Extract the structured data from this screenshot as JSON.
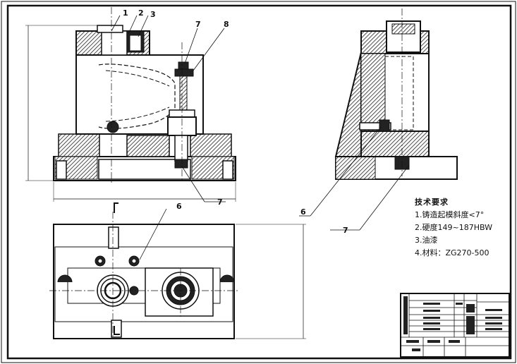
{
  "callouts": {
    "c1": "1",
    "c2": "2",
    "c3": "3",
    "c7a": "7",
    "c8": "8",
    "c7b": "7",
    "c6": "6",
    "c6b": "6",
    "c7c": "7"
  },
  "tech_requirements": {
    "title": "技术要求",
    "line1": "1.铸造起模斜度<7°",
    "line2": "2.硬度149~187HBW",
    "line3": "3.油漆",
    "line4": "4.材料：ZG270-500"
  },
  "colors": {
    "ink": "#111111",
    "paper": "#ffffff"
  }
}
